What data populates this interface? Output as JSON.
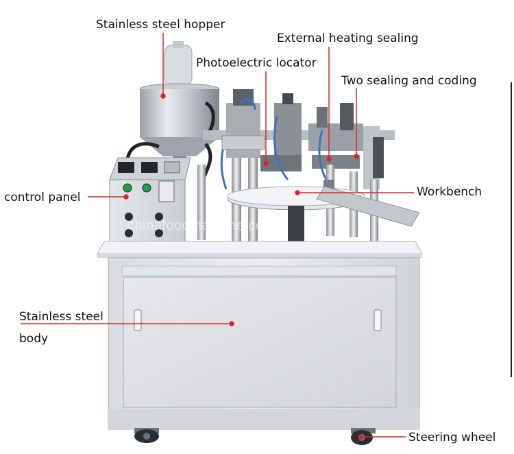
{
  "labels": {
    "hopper": "Stainless steel hopper",
    "heating": "External heating sealing",
    "locator": "Photoelectric locator",
    "coding": "Two sealing and coding",
    "control": "control panel",
    "workbench": "Workbench",
    "body_line1": "Stainless steel",
    "body_line2": "body",
    "wheel": "Steering wheel"
  },
  "watermark": "chinafoodmachine.com",
  "colors": {
    "leader": "#d9262c",
    "steel": "#cfd3d8",
    "panel": "#dfe3e8",
    "dark": "#2b2e33"
  }
}
